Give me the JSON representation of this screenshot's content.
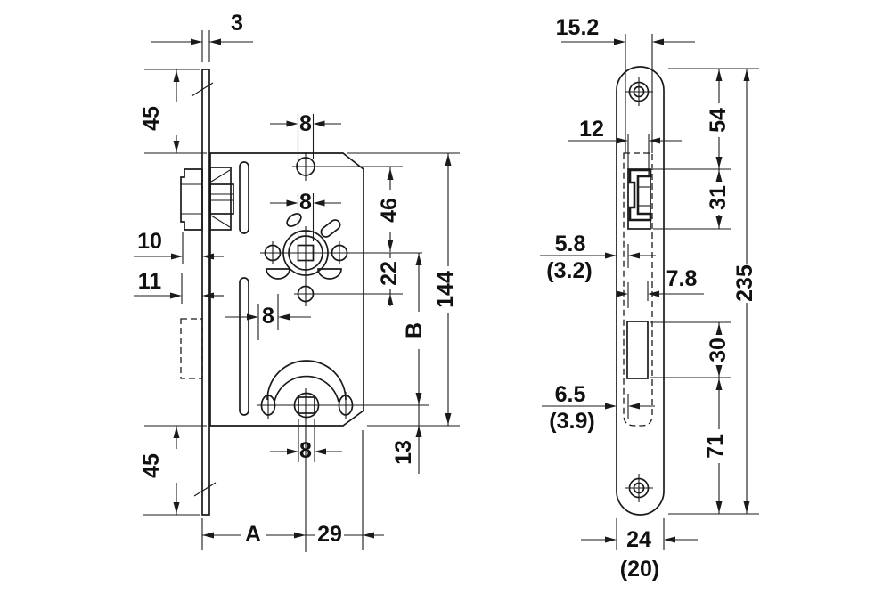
{
  "colors": {
    "background": "#ffffff",
    "line": "#1a1a1a",
    "text": "#111111"
  },
  "dims": {
    "plate_thickness": "3",
    "plate_top_overhang": "45",
    "screw_hole_width_top": "8",
    "hole_to_spindle": "46",
    "spindle_to_hole_below": "22",
    "distance_b": "B",
    "case_height": "144",
    "latch_projection": "10",
    "deadbolt_projection": "11",
    "spindle_square": "8",
    "slot_width": "8",
    "wc_square": "8",
    "wc_to_case_bottom": "13",
    "plate_bottom_overhang": "45",
    "backset_a": "A",
    "case_depth_behind": "29",
    "case_thickness": "15.2",
    "latch_window_width": "12",
    "plate_top_to_latch": "54",
    "latch_window_height": "31",
    "latch_offset": "5.8",
    "latch_offset_alt": "(3.2)",
    "bolt_inner_offset": "7.8",
    "bolt_window_height": "30",
    "bolt_offset": "6.5",
    "bolt_offset_alt": "(3.9)",
    "bolt_to_plate_bottom": "71",
    "plate_height": "235",
    "plate_width": "24",
    "plate_width_alt": "(20)"
  }
}
